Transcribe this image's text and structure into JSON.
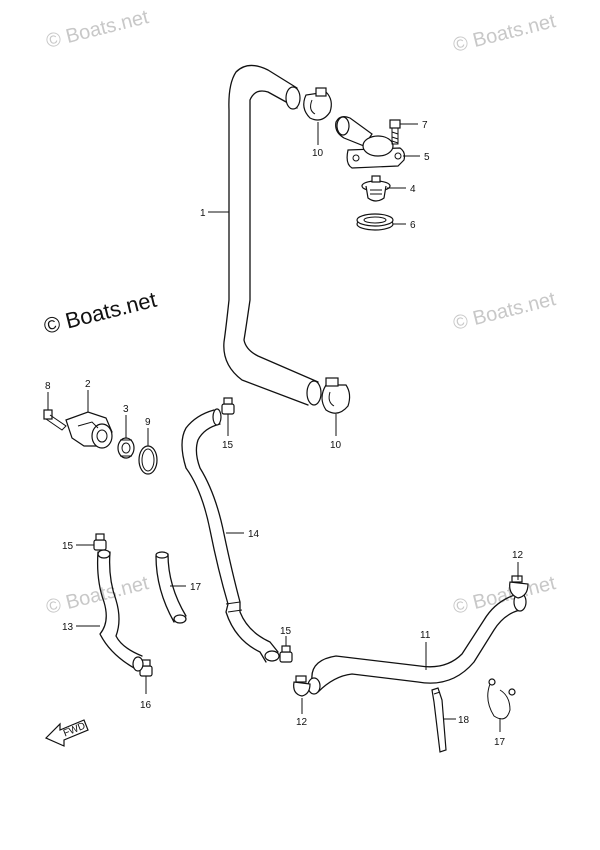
{
  "watermarks": {
    "top_left": "© Boats.net",
    "top_right": "© Boats.net",
    "middle_main": "© Boats.net",
    "middle_right": "© Boats.net",
    "lower_left": "© Boats.net",
    "lower_right": "© Boats.net"
  },
  "direction_label": "FWD",
  "callouts": [
    "1",
    "2",
    "3",
    "4",
    "5",
    "6",
    "7",
    "8",
    "9",
    "10",
    "10",
    "11",
    "12",
    "12",
    "13",
    "14",
    "15",
    "15",
    "15",
    "16",
    "17",
    "18"
  ]
}
